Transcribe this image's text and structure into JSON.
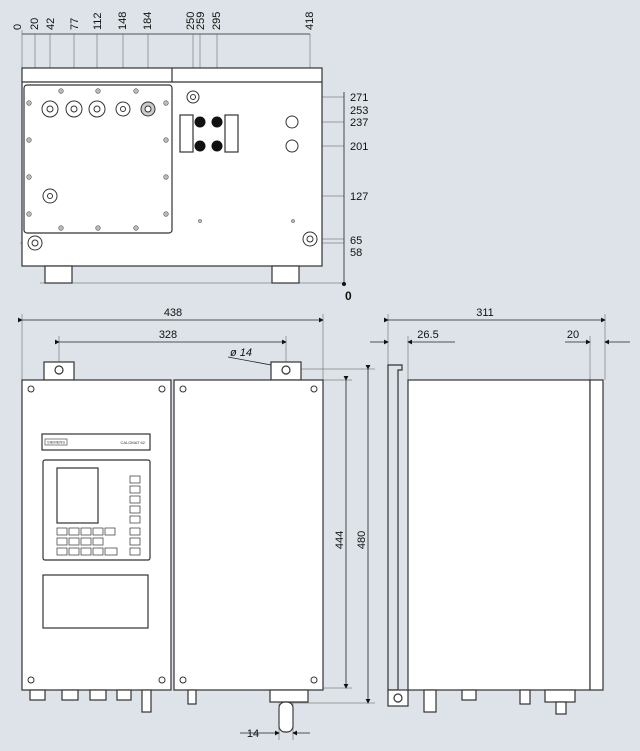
{
  "top_view": {
    "x_dims": [
      "0",
      "20",
      "42",
      "77",
      "112",
      "148",
      "184",
      "250",
      "259",
      "295",
      "418"
    ],
    "y_dims": [
      "271",
      "253",
      "237",
      "201",
      "127",
      "65",
      "58",
      "0"
    ]
  },
  "front_view": {
    "width_overall": "438",
    "hole_spacing": "328",
    "hole_diameter": "ø 14",
    "height_inner": "444",
    "height_overall": "480",
    "bottom_offset": "14",
    "brand": "SIEMENS",
    "model": "CALOMAT 62"
  },
  "side_view": {
    "depth": "311",
    "rail_offset": "26.5",
    "back_offset": "20"
  }
}
